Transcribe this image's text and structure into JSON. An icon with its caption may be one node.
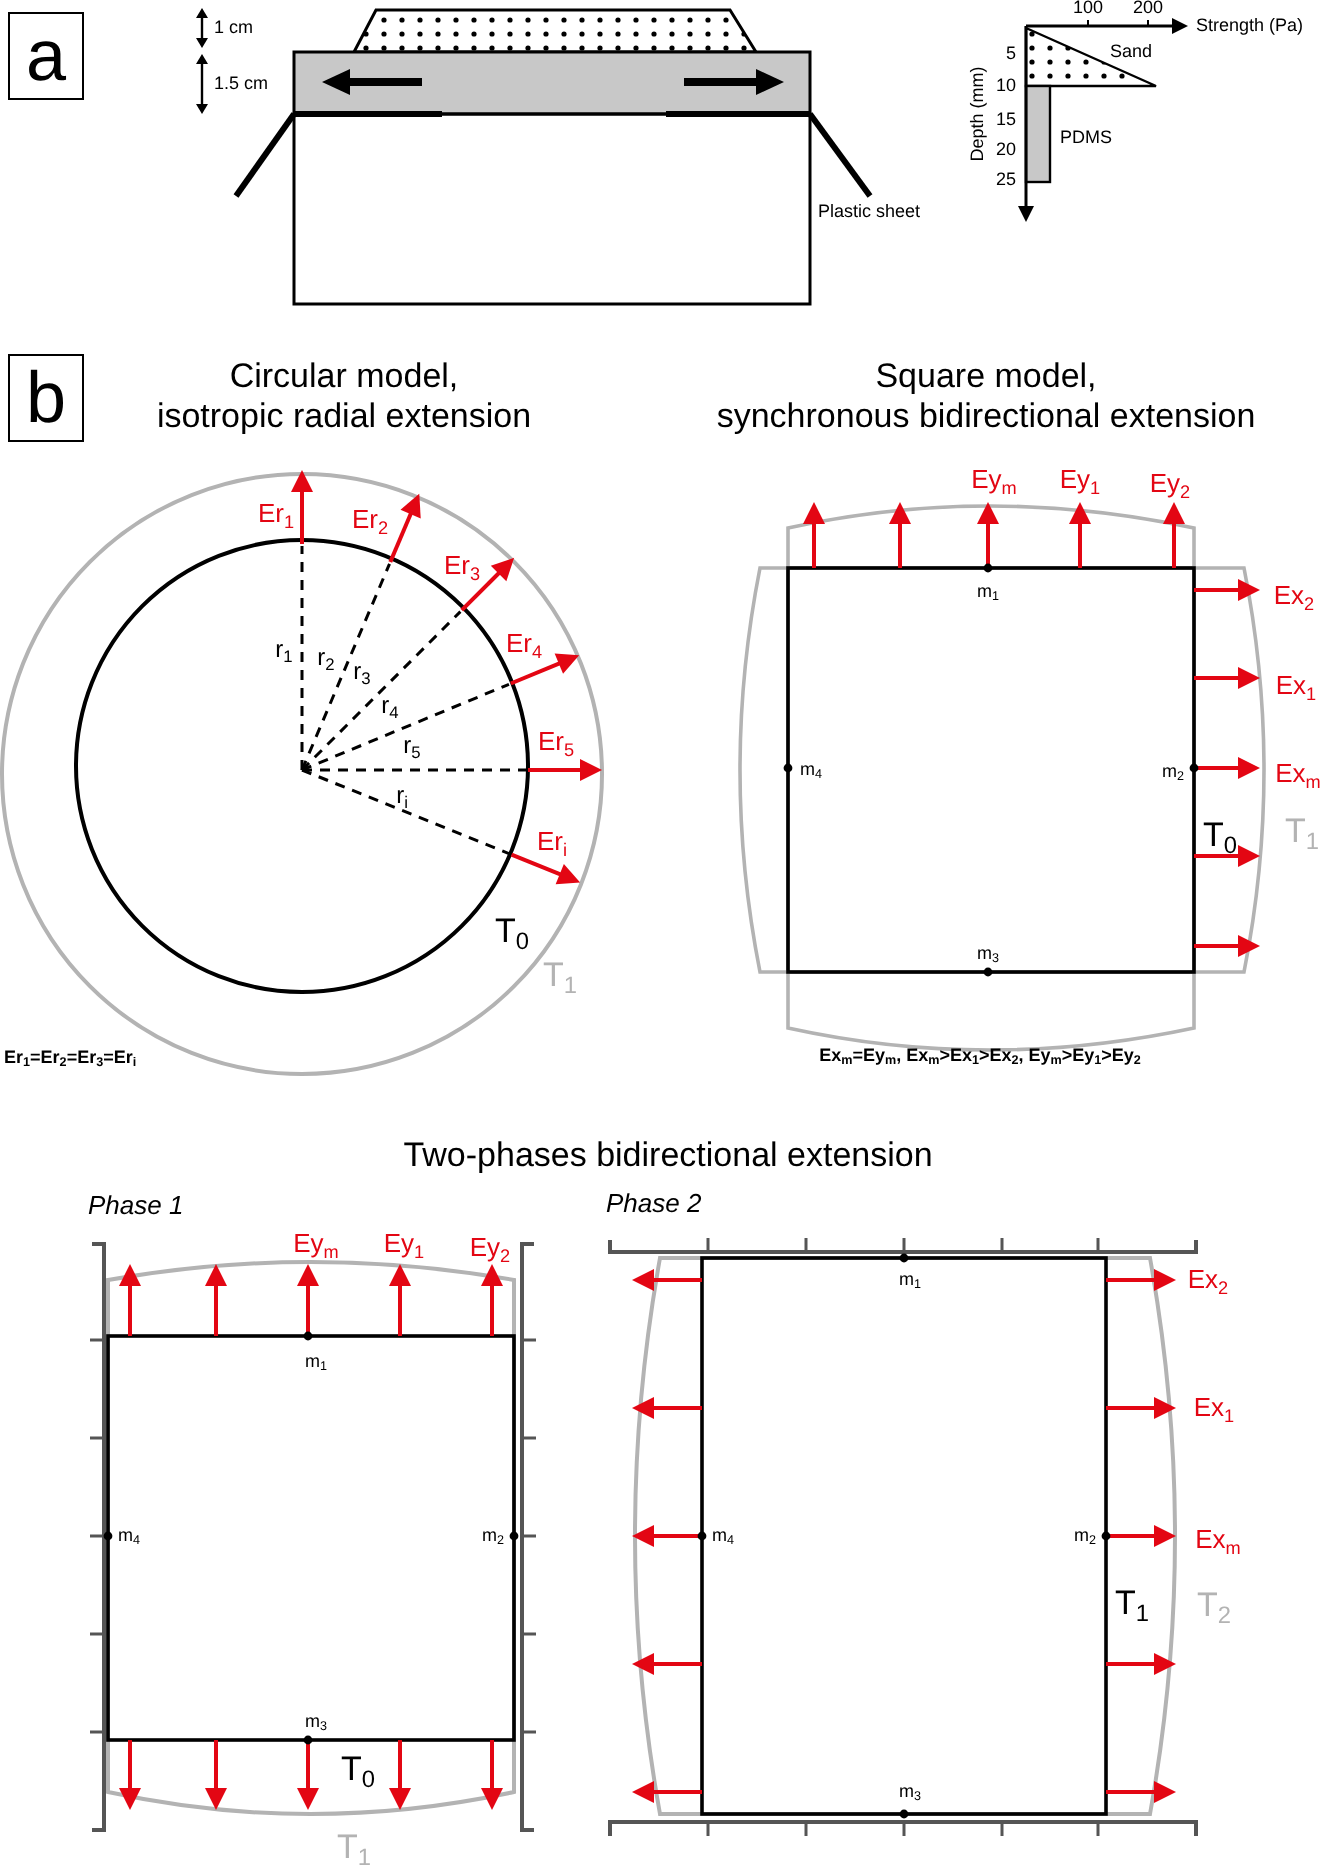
{
  "diagram": {
    "labels": [
      "a",
      "1 cm",
      "1.5 cm",
      "100",
      "200",
      "Strength (Pa)",
      "5",
      "10",
      "15",
      "20",
      "25",
      "Depth (mm)",
      "Sand",
      "PDMS",
      "Plastic sheet",
      "b",
      "Circular model, isotropic radial extension",
      "Er$_{1}$",
      "Er$_{2}$",
      "Er$_{3}$",
      "Er$_{4}$",
      "Er$_{5}$",
      "Er$_{i}$",
      "r$_{1}$",
      "r$_{2}$",
      "r$_{3}$",
      "r$_{4}$",
      "r$_{5}$",
      "r$_{i}$",
      "T$_{0}$",
      "T$_{1}$",
      "Er$_{1}$=Er$_{2}$=Er$_{3}$=Er$_{i}$",
      "Square model, synchronous bidirectional extension",
      "Ey$_{m}$",
      "Ey$_{1}$",
      "Ey$_{2}$",
      "m$_{1}$",
      "Ex$_{2}$",
      "Ex$_{1}$",
      "m$_{4}$",
      "m$_{2}$",
      "Ex$_{m}$",
      "T$_{0}$",
      "T$_{1}$",
      "m$_{3}$",
      "Ex$_{m}$=Ey$_{m}$, Ex$_{m}$>Ex$_{1}$>Ex$_{2}$, Ey$_{m}$>Ey$_{1}$>Ey$_{2}$",
      "Two-phases bidirectional extension",
      "Phase 1",
      "Phase 2",
      "Ey$_{m}$",
      "Ey$_{1}$",
      "Ey$_{2}$",
      "Ex$_{2}$",
      "m$_{1}$",
      "m$_{1}$",
      "Ex$_{1}$",
      "m$_{4}$",
      "m$_{2}$",
      "m$_{4}$",
      "m$_{2}$",
      "Ex$_{m}$",
      "T$_{1}$",
      "T$_{2}$",
      "m$_{3}$",
      "T$_{0}$",
      "m$_{3}$",
      "T$_{1}$"
    ]
  }
}
